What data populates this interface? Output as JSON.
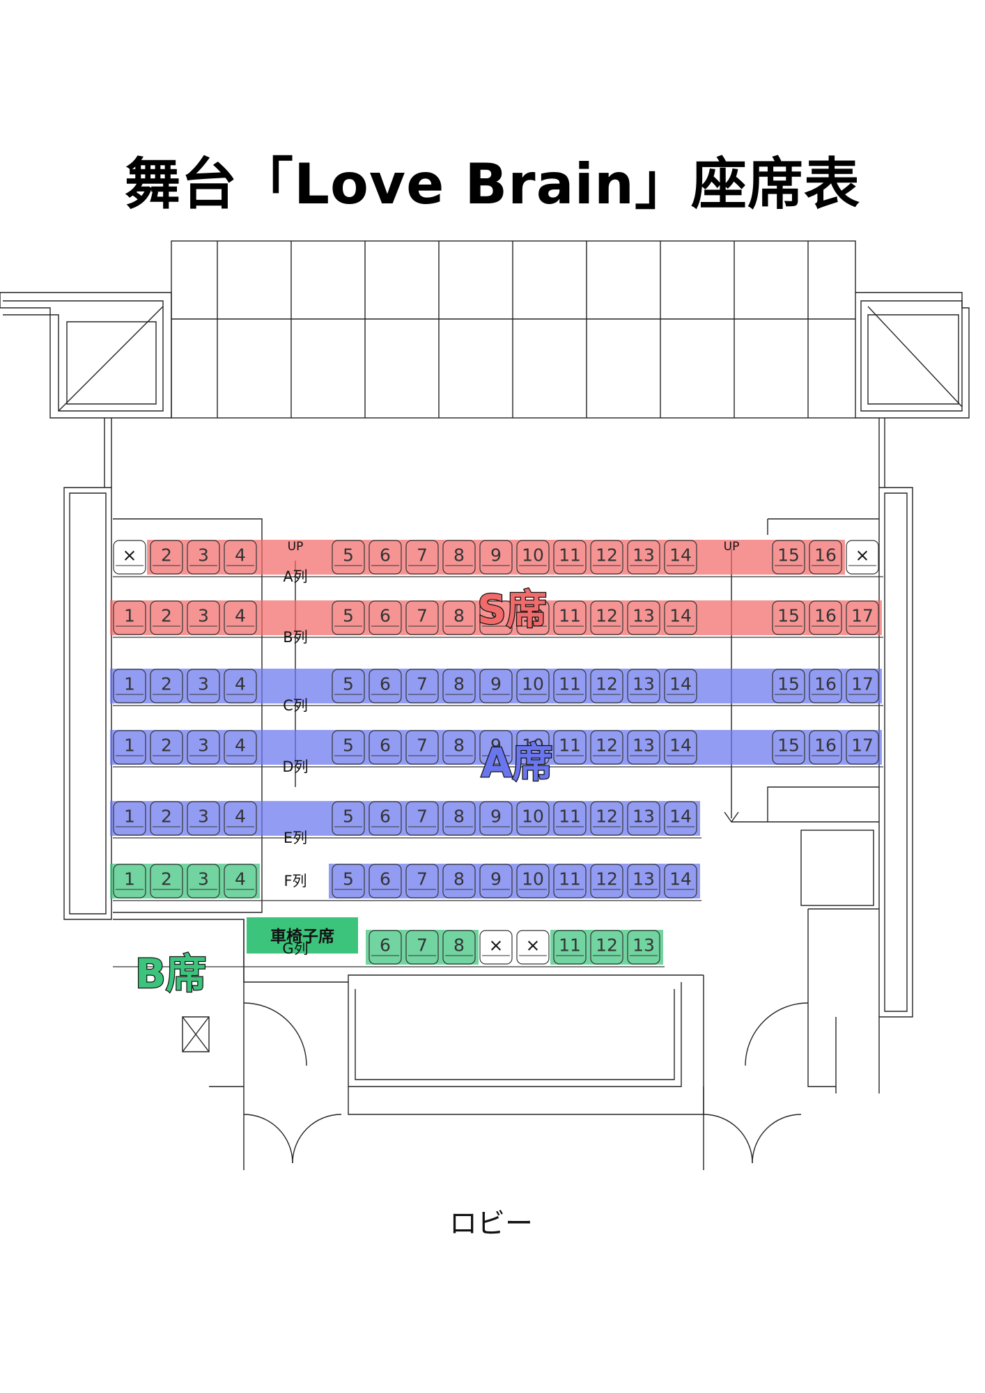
{
  "title": "舞台「Love Brain」座席表",
  "zones": {
    "s": {
      "label": "S席",
      "color": "#f26b6b"
    },
    "a": {
      "label": "A席",
      "color": "#6a76ee"
    },
    "b": {
      "label": "B席",
      "color": "#3cc47c"
    }
  },
  "wheelchair_label": "車椅子席",
  "lobby_label": "ロビー",
  "aisle_label": "UP",
  "rows": [
    {
      "label": "A列",
      "seats": [
        "×",
        "2",
        "3",
        "4",
        "5",
        "6",
        "7",
        "8",
        "9",
        "10",
        "11",
        "12",
        "13",
        "14",
        "15",
        "16",
        "×"
      ],
      "zones": [
        "none",
        "s",
        "s",
        "s",
        "s",
        "s",
        "s",
        "s",
        "s",
        "s",
        "s",
        "s",
        "s",
        "s",
        "s",
        "s",
        "none"
      ]
    },
    {
      "label": "B列",
      "seats": [
        "1",
        "2",
        "3",
        "4",
        "5",
        "6",
        "7",
        "8",
        "9",
        "10",
        "11",
        "12",
        "13",
        "14",
        "15",
        "16",
        "17"
      ],
      "zones": [
        "s",
        "s",
        "s",
        "s",
        "s",
        "s",
        "s",
        "s",
        "s",
        "s",
        "s",
        "s",
        "s",
        "s",
        "s",
        "s",
        "s"
      ]
    },
    {
      "label": "C列",
      "seats": [
        "1",
        "2",
        "3",
        "4",
        "5",
        "6",
        "7",
        "8",
        "9",
        "10",
        "11",
        "12",
        "13",
        "14",
        "15",
        "16",
        "17"
      ],
      "zones": [
        "a",
        "a",
        "a",
        "a",
        "a",
        "a",
        "a",
        "a",
        "a",
        "a",
        "a",
        "a",
        "a",
        "a",
        "a",
        "a",
        "a"
      ]
    },
    {
      "label": "D列",
      "seats": [
        "1",
        "2",
        "3",
        "4",
        "5",
        "6",
        "7",
        "8",
        "9",
        "10",
        "11",
        "12",
        "13",
        "14",
        "15",
        "16",
        "17"
      ],
      "zones": [
        "a",
        "a",
        "a",
        "a",
        "a",
        "a",
        "a",
        "a",
        "a",
        "a",
        "a",
        "a",
        "a",
        "a",
        "a",
        "a",
        "a"
      ]
    },
    {
      "label": "E列",
      "seats": [
        "1",
        "2",
        "3",
        "4",
        "5",
        "6",
        "7",
        "8",
        "9",
        "10",
        "11",
        "12",
        "13",
        "14"
      ],
      "zones": [
        "a",
        "a",
        "a",
        "a",
        "a",
        "a",
        "a",
        "a",
        "a",
        "a",
        "a",
        "a",
        "a",
        "a"
      ]
    },
    {
      "label": "F列",
      "seats": [
        "1",
        "2",
        "3",
        "4",
        "5",
        "6",
        "7",
        "8",
        "9",
        "10",
        "11",
        "12",
        "13",
        "14"
      ],
      "zones": [
        "b",
        "b",
        "b",
        "b",
        "a",
        "a",
        "a",
        "a",
        "a",
        "a",
        "a",
        "a",
        "a",
        "a"
      ]
    },
    {
      "label": "G列",
      "seats": [
        "6",
        "7",
        "8",
        "×",
        "×",
        "11",
        "12",
        "13"
      ],
      "zones": [
        "b",
        "b",
        "b",
        "none",
        "none",
        "b",
        "b",
        "b"
      ]
    }
  ]
}
